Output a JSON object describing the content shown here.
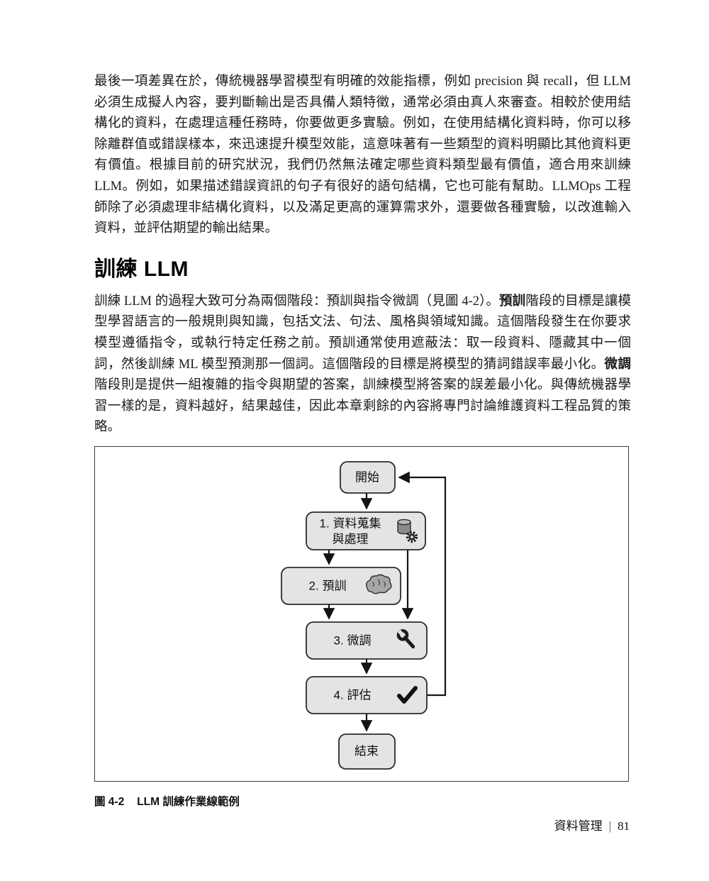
{
  "page": {
    "heading": "訓練 LLM",
    "paragraphs": {
      "p1": "最後一項差異在於，傳統機器學習模型有明確的效能指標，例如 precision 與 recall，但 LLM 必須生成擬人內容，要判斷輸出是否具備人類特徵，通常必須由真人來審查。相較於使用結構化的資料，在處理這種任務時，你要做更多實驗。例如，在使用結構化資料時，你可以移除離群值或錯誤樣本，來迅速提升模型效能，這意味著有一些類型的資料明顯比其他資料更有價值。根據目前的研究狀況，我們仍然無法確定哪些資料類型最有價值，適合用來訓練 LLM。例如，如果描述錯誤資訊的句子有很好的語句結構，它也可能有幫助。LLMOps 工程師除了必須處理非結構化資料，以及滿足更高的運算需求外，還要做各種實驗，以改進輸入資料，並評估期望的輸出結果。",
      "p2_a": "訓練 LLM 的過程大致可分為兩個階段：預訓與指令微調（見圖 4-2）。",
      "p2_term1": "預訓",
      "p2_b": "階段的目標是讓模型學習語言的一般規則與知識，包括文法、句法、風格與領域知識。這個階段發生在你要求模型遵循指令，或執行特定任務之前。預訓通常使用遮蔽法：取一段資料、隱藏其中一個詞，然後訓練 ML 模型預測那一個詞。這個階段的目標是將模型的猜詞錯誤率最小化。",
      "p2_term2": "微調",
      "p2_c": "階段則是提供一組複雜的指令與期望的答案，訓練模型將答案的誤差最小化。與傳統機器學習一樣的是，資料越好，結果越佳，因此本章剩餘的內容將專門討論維護資料工程品質的策略。"
    },
    "figure": {
      "caption_label": "圖 4-2",
      "caption_text": "LLM 訓練作業線範例",
      "flowchart": {
        "start": "開始",
        "step1_line1": "1. 資料蒐集",
        "step1_line2": "與處理",
        "step2": "2. 預訓",
        "step3": "3. 微調",
        "step4": "4. 評估",
        "end": "結束"
      }
    },
    "footer": {
      "section": "資料管理",
      "divider": "|",
      "page_number": "81"
    }
  }
}
